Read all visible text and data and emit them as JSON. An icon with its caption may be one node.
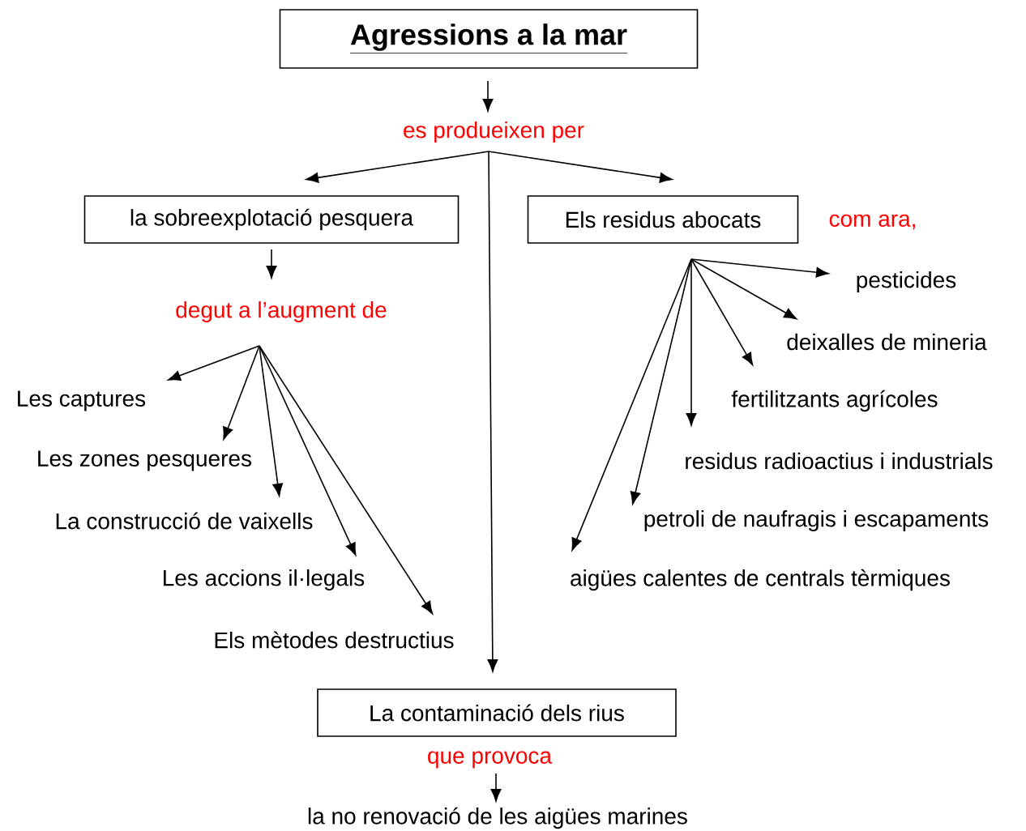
{
  "diagram": {
    "nodes": [
      {
        "text": [
          "Agressions a la mar"
        ]
      },
      {
        "text": [
          "es produeixen per"
        ]
      },
      {
        "text": [
          "la sobreexplotació pesquera"
        ]
      },
      {
        "text": [
          "Els residus abocats"
        ],
        "beside": [
          "com ara,"
        ]
      },
      {
        "text": [
          "degut a l’augment de"
        ]
      },
      {
        "text": [
          "Les captures"
        ]
      },
      {
        "text": [
          "Les zones pesqueres"
        ]
      },
      {
        "text": [
          "La construcció de vaixells"
        ]
      },
      {
        "text": [
          "Les accions il·legals"
        ]
      },
      {
        "text": [
          "Els mètodes destructius"
        ]
      },
      {
        "text": [
          "pesticides"
        ]
      },
      {
        "text": [
          "deixalles de mineria"
        ]
      },
      {
        "text": [
          "fertilitzants agrícoles"
        ]
      },
      {
        "text": [
          "residus radioactius i industrials"
        ]
      },
      {
        "text": [
          "petroli de naufragis i escapaments"
        ]
      },
      {
        "text": [
          "aigües calentes de centrals tèrmiques"
        ]
      },
      {
        "text": [
          "La contaminació dels rius"
        ]
      },
      {
        "text": [
          "que provoca"
        ]
      },
      {
        "text": [
          "la no renovació de les aigües marines"
        ]
      }
    ],
    "edges": [
      {
        "from": 0,
        "to": 1,
        "arrow": "to"
      },
      {
        "from": 1,
        "to": 2,
        "arrow": "to"
      },
      {
        "from": 1,
        "to": 3,
        "arrow": "to"
      },
      {
        "from": 1,
        "to": 16,
        "arrow": "to"
      },
      {
        "from": 2,
        "to": 4,
        "arrow": "to"
      },
      {
        "from": 4,
        "to": 5,
        "arrow": "to"
      },
      {
        "from": 4,
        "to": 6,
        "arrow": "to"
      },
      {
        "from": 4,
        "to": 7,
        "arrow": "to"
      },
      {
        "from": 4,
        "to": 8,
        "arrow": "to"
      },
      {
        "from": 4,
        "to": 9,
        "arrow": "to"
      },
      {
        "from": 3,
        "to": 10,
        "arrow": "to"
      },
      {
        "from": 3,
        "to": 11,
        "arrow": "to"
      },
      {
        "from": 3,
        "to": 12,
        "arrow": "to"
      },
      {
        "from": 3,
        "to": 13,
        "arrow": "to"
      },
      {
        "from": 3,
        "to": 14,
        "arrow": "to"
      },
      {
        "from": 3,
        "to": 15,
        "arrow": "to"
      },
      {
        "from": 17,
        "to": 18,
        "arrow": "to"
      }
    ]
  }
}
